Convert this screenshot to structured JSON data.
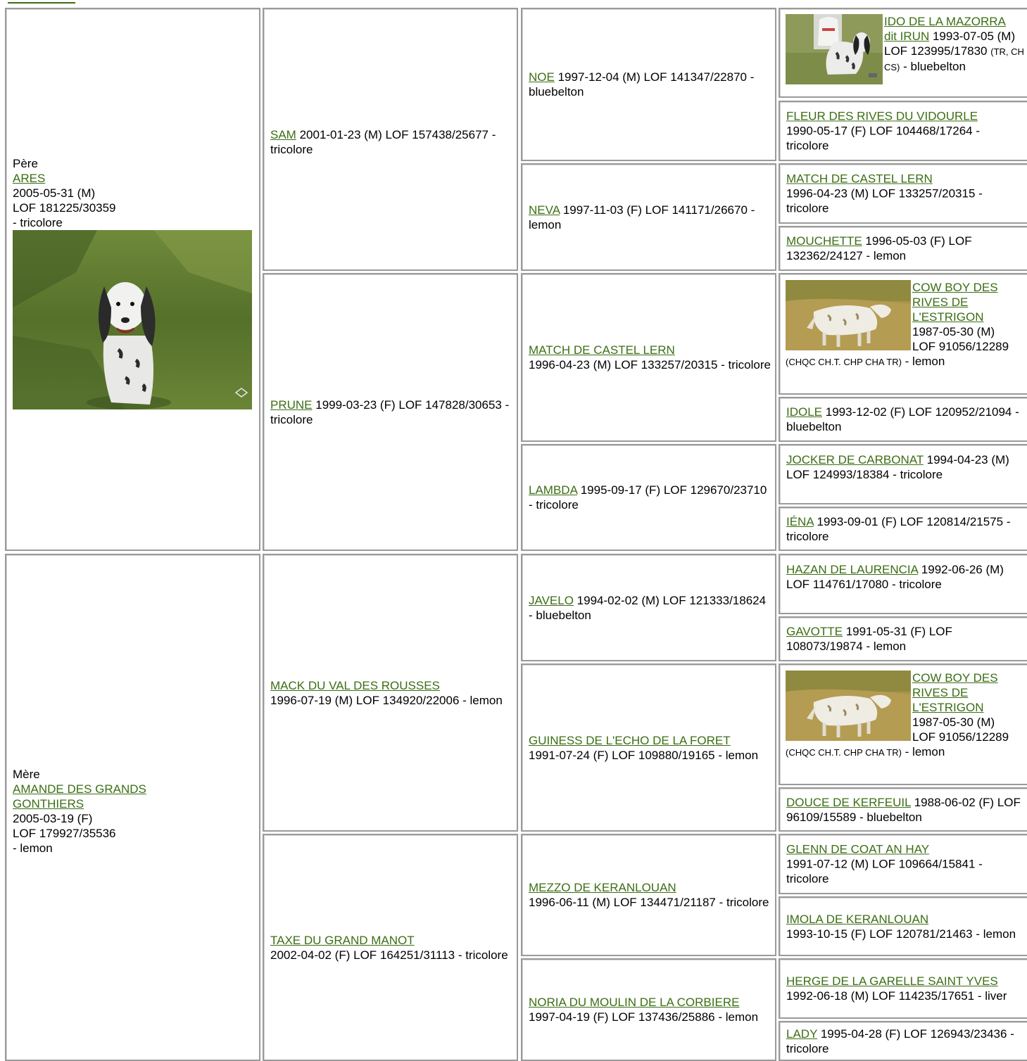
{
  "header": {
    "link": ""
  },
  "labels": {
    "father": "Père",
    "mother": "Mère"
  },
  "father": {
    "name": "ARES",
    "line1": "2005-05-31 (M)",
    "line2": "LOF 181225/30359",
    "line3": "- tricolore"
  },
  "mother": {
    "name_l1": "AMANDE DES GRANDS",
    "name_l2": "GONTHIERS",
    "line1": "2005-03-19 (F)",
    "line2": "LOF 179927/35536",
    "line3": "- lemon"
  },
  "g2": {
    "sam": {
      "name": "SAM",
      "info": "2001-01-23 (M) LOF 157438/25677 - tricolore"
    },
    "prune": {
      "name": "PRUNE",
      "info": "1999-03-23 (F) LOF 147828/30653 - tricolore"
    },
    "mack": {
      "name": "MACK DU VAL DES ROUSSES",
      "info": "1996-07-19 (M) LOF 134920/22006 - lemon"
    },
    "taxe": {
      "name": "TAXE DU GRAND MANOT",
      "info": "2002-04-02 (F) LOF 164251/31113 - tricolore"
    }
  },
  "g3": {
    "noe": {
      "name": "NOE",
      "info": "1997-12-04 (M) LOF 141347/22870 - bluebelton"
    },
    "neva": {
      "name": "NEVA",
      "info": "1997-11-03 (F) LOF 141171/26670 - lemon"
    },
    "match": {
      "name": "MATCH DE CASTEL LERN",
      "info": "1996-04-23 (M) LOF 133257/20315 - tricolore"
    },
    "lambda": {
      "name": "LAMBDA",
      "info": "1995-09-17 (F) LOF 129670/23710 - tricolore"
    },
    "javelo": {
      "name": "JAVELO",
      "info": "1994-02-02 (M) LOF 121333/18624 - bluebelton"
    },
    "guiness": {
      "name": "GUINESS DE L'ECHO DE LA FORET",
      "info": "1991-07-24 (F) LOF 109880/19165 - lemon"
    },
    "mezzo": {
      "name": "MEZZO DE KERANLOUAN",
      "info": "1996-06-11 (M) LOF 134471/21187 - tricolore"
    },
    "noria": {
      "name": "NORIA DU MOULIN DE LA CORBIERE",
      "info": "1997-04-19 (F) LOF 137436/25886 - lemon"
    }
  },
  "g4": {
    "ido": {
      "name_l1": "IDO DE LA MAZORRA",
      "name_l2": "dit IRUN",
      "info_a": "1993-07-05 (M) LOF 123995/17830",
      "titles": "(TR, CH CS)",
      "info_b": "- bluebelton"
    },
    "fleur": {
      "name": "FLEUR DES RIVES DU VIDOURLE",
      "info": "1990-05-17 (F) LOF 104468/17264 - tricolore"
    },
    "match2": {
      "name": "MATCH DE CASTEL LERN",
      "info": "1996-04-23 (M) LOF 133257/20315 - tricolore"
    },
    "mouchette": {
      "name": "MOUCHETTE",
      "info": "1996-05-03 (F) LOF 132362/24127 - lemon"
    },
    "cowboy": {
      "name_l1": "COW BOY DES",
      "name_l2": "RIVES DE",
      "name_l3": "L'ESTRIGON",
      "info_a": "1987-05-30 (M)",
      "info_b": "LOF 91056/12289",
      "titles": "(CHQC CH.T. CHP CHA TR)",
      "info_c": "- lemon"
    },
    "idole": {
      "name": "IDOLE",
      "info": "1993-12-02 (F) LOF 120952/21094 - bluebelton"
    },
    "jocker": {
      "name": "JOCKER DE CARBONAT",
      "info": "1994-04-23 (M) LOF 124993/18384 - tricolore"
    },
    "iena": {
      "name": "IÉNA",
      "info": "1993-09-01 (F) LOF 120814/21575 - tricolore"
    },
    "hazan": {
      "name": "HAZAN DE LAURENCIA",
      "info": "1992-06-26 (M) LOF 114761/17080 - tricolore"
    },
    "gavotte": {
      "name": "GAVOTTE",
      "info": "1991-05-31 (F) LOF 108073/19874 - lemon"
    },
    "douce": {
      "name": "DOUCE DE KERFEUIL",
      "info": "1988-06-02 (F) LOF 96109/15589 - bluebelton"
    },
    "glenn": {
      "name": "GLENN DE COAT AN HAY",
      "info": "1991-07-12 (M) LOF 109664/15841 - tricolore"
    },
    "imola": {
      "name": "IMOLA DE KERANLOUAN",
      "info": "1993-10-15 (F) LOF 120781/21463 - lemon"
    },
    "herge": {
      "name": "HERGE DE LA GARELLE SAINT YVES",
      "info": "1992-06-18 (M) LOF 114235/17651 - liver"
    },
    "lady": {
      "name": "LADY",
      "info": "1995-04-28 (F) LOF 126943/23436 - tricolore"
    }
  },
  "icons": {
    "photo_badge": "camera-icon"
  }
}
